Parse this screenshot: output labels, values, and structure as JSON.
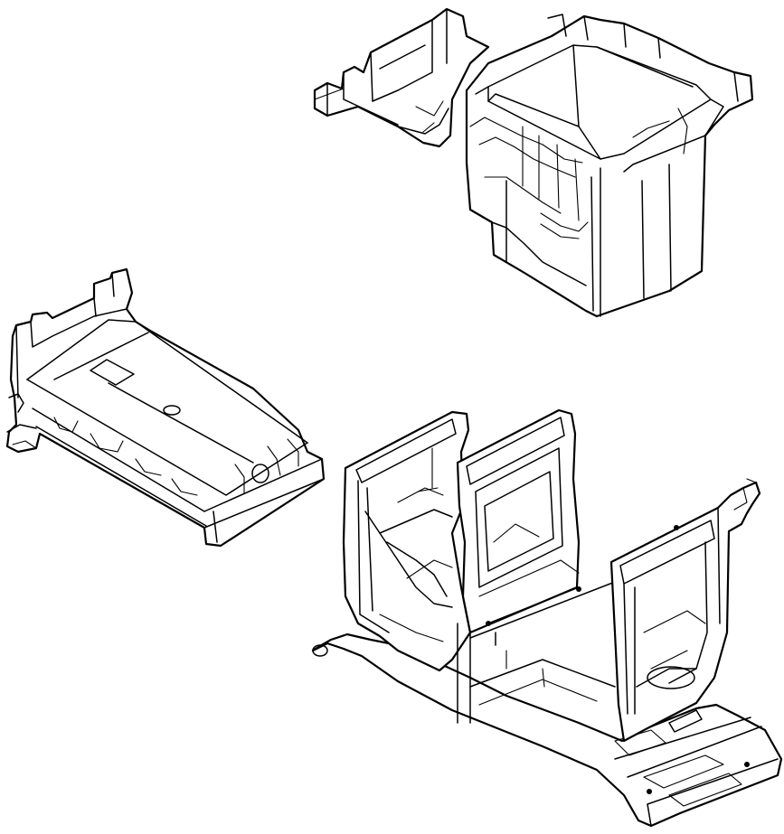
{
  "diagram": {
    "background": "#ffffff",
    "line_color": "#000000",
    "parts": [
      {
        "id": "upper-box",
        "label": ""
      },
      {
        "id": "control-module",
        "label": ""
      },
      {
        "id": "mounting-bracket",
        "label": ""
      }
    ]
  }
}
